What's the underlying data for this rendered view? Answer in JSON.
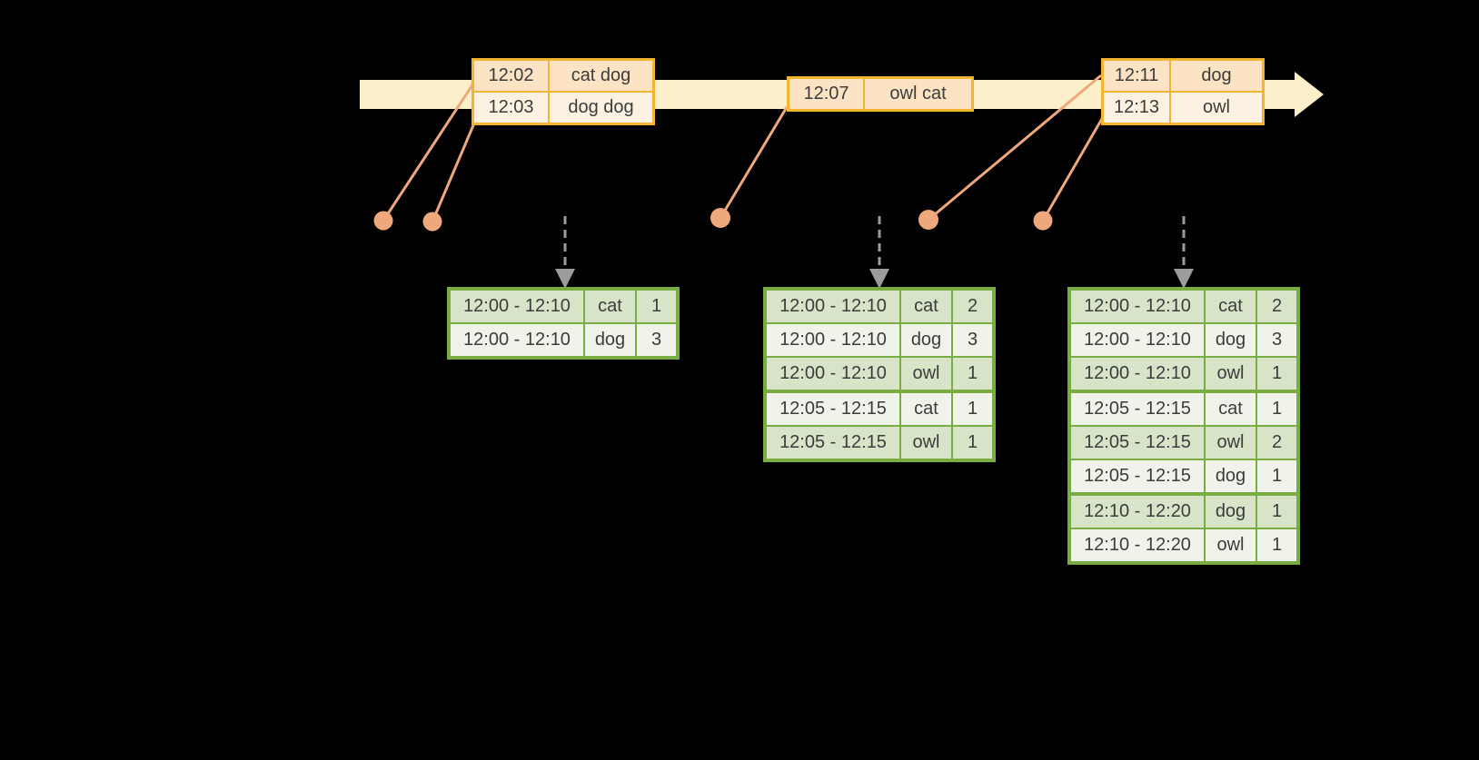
{
  "colors": {
    "background": "#000000",
    "timeline_fill": "#FBF0C9",
    "batch_border": "#F2B431",
    "batch_row_dark": "#FBE3C3",
    "batch_row_light": "#FDF2E1",
    "connector_salmon": "#EFA87C",
    "result_border": "#7AAD41",
    "result_row_dark": "#D7E4C8",
    "result_row_light": "#EFF3EA",
    "trigger_arrow_gray": "#9C9C9C",
    "table_text": "#3C3C3C"
  },
  "input_batches": [
    {
      "rows": [
        [
          "12:02",
          "cat dog"
        ],
        [
          "12:03",
          "dog dog"
        ]
      ]
    },
    {
      "rows": [
        [
          "12:07",
          "owl cat"
        ]
      ]
    },
    {
      "rows": [
        [
          "12:11",
          "dog"
        ],
        [
          "12:13",
          "owl"
        ]
      ]
    }
  ],
  "result_tables": [
    {
      "group_breaks": [],
      "rows": [
        [
          "12:00 - 12:10",
          "cat",
          "1"
        ],
        [
          "12:00 - 12:10",
          "dog",
          "3"
        ]
      ]
    },
    {
      "group_breaks": [
        3
      ],
      "rows": [
        [
          "12:00 - 12:10",
          "cat",
          "2"
        ],
        [
          "12:00 - 12:10",
          "dog",
          "3"
        ],
        [
          "12:00 - 12:10",
          "owl",
          "1"
        ],
        [
          "12:05 - 12:15",
          "cat",
          "1"
        ],
        [
          "12:05 - 12:15",
          "owl",
          "1"
        ]
      ]
    },
    {
      "group_breaks": [
        3,
        6
      ],
      "rows": [
        [
          "12:00 - 12:10",
          "cat",
          "2"
        ],
        [
          "12:00 - 12:10",
          "dog",
          "3"
        ],
        [
          "12:00 - 12:10",
          "owl",
          "1"
        ],
        [
          "12:05 - 12:15",
          "cat",
          "1"
        ],
        [
          "12:05 - 12:15",
          "owl",
          "2"
        ],
        [
          "12:05 - 12:15",
          "dog",
          "1"
        ],
        [
          "12:10 - 12:20",
          "dog",
          "1"
        ],
        [
          "12:10 - 12:20",
          "owl",
          "1"
        ]
      ]
    }
  ]
}
